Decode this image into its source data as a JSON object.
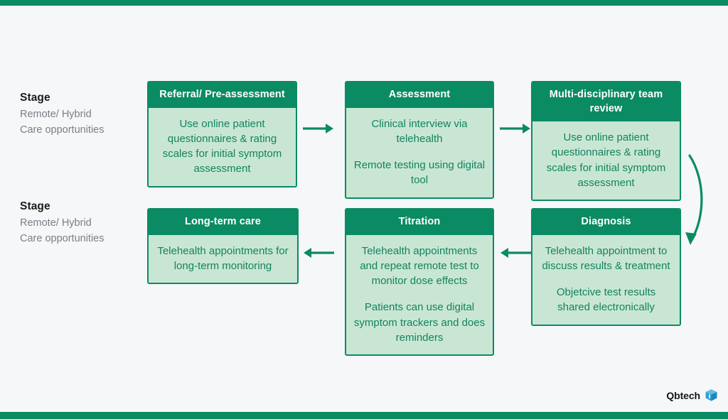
{
  "theme": {
    "background": "#f5f7f9",
    "accent_green": "#0b8b63",
    "body_green": "#c9e6d4",
    "body_text_green": "#12835f",
    "header_text": "#ffffff",
    "stage_title_color": "#1b1b1b",
    "stage_sub_color": "#7b7f86",
    "brand_cube_blue": "#2f9fd6"
  },
  "legends": [
    {
      "title": "Stage",
      "line1": "Remote/ Hybrid",
      "line2": "Care opportunities"
    },
    {
      "title": "Stage",
      "line1": "Remote/ Hybrid",
      "line2": "Care opportunities"
    }
  ],
  "nodes": {
    "referral": {
      "title": "Referral/ Pre-assessment",
      "paragraphs": [
        "Use online patient questionnaires & rating scales for initial symptom assessment"
      ]
    },
    "assessment": {
      "title": "Assessment",
      "paragraphs": [
        "Clinical interview via telehealth",
        "Remote testing using digital tool"
      ]
    },
    "mdt": {
      "title": "Multi-disciplinary team review",
      "paragraphs": [
        "Use online patient questionnaires & rating scales for initial symptom assessment"
      ]
    },
    "diagnosis": {
      "title": "Diagnosis",
      "paragraphs": [
        "Telehealth appointment to discuss results & treatment",
        "Objetcive test results shared electronically"
      ]
    },
    "titration": {
      "title": "Titration",
      "paragraphs": [
        "Telehealth appointments and repeat remote test to monitor dose effects",
        "Patients can use digital symptom trackers and does reminders"
      ]
    },
    "longterm": {
      "title": "Long-term care",
      "paragraphs": [
        "Telehealth appointments for long-term monitoring"
      ]
    }
  },
  "connectors": [
    {
      "name": "referral-to-assessment",
      "icon": "arrow-right-icon",
      "direction": "right"
    },
    {
      "name": "assessment-to-mdt",
      "icon": "arrow-right-icon",
      "direction": "right"
    },
    {
      "name": "mdt-to-diagnosis",
      "icon": "curved-arrow-down-icon",
      "direction": "curve-down"
    },
    {
      "name": "diagnosis-to-titration",
      "icon": "arrow-left-icon",
      "direction": "left"
    },
    {
      "name": "titration-to-longterm",
      "icon": "arrow-left-icon",
      "direction": "left"
    }
  ],
  "brand": {
    "name": "Qbtech",
    "mark": "cube-icon"
  }
}
